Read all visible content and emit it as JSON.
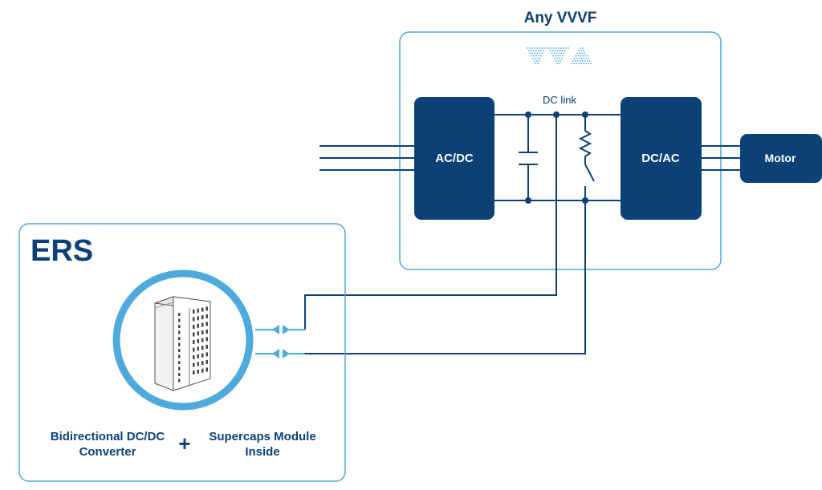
{
  "vvvf": {
    "title": "Any VVVF",
    "dc_link_label": "DC link",
    "ac_dc_label": "AC/DC",
    "dc_ac_label": "DC/AC",
    "motor_label": "Motor"
  },
  "ers": {
    "title": "ERS",
    "caption_left_line1": "Bidirectional DC/DC",
    "caption_left_line2": "Converter",
    "plus_symbol": "+",
    "caption_right_line1": "Supercaps Module",
    "caption_right_line2": "Inside"
  },
  "colors": {
    "navy": "#0b4177",
    "light_blue": "#4ea9dc",
    "white": "#ffffff"
  },
  "icons": {
    "logo": "vva-dotted-logo-icon",
    "connector": "bidirectional-arrow-icon",
    "device": "dc-dc-converter-cabinet-icon"
  }
}
